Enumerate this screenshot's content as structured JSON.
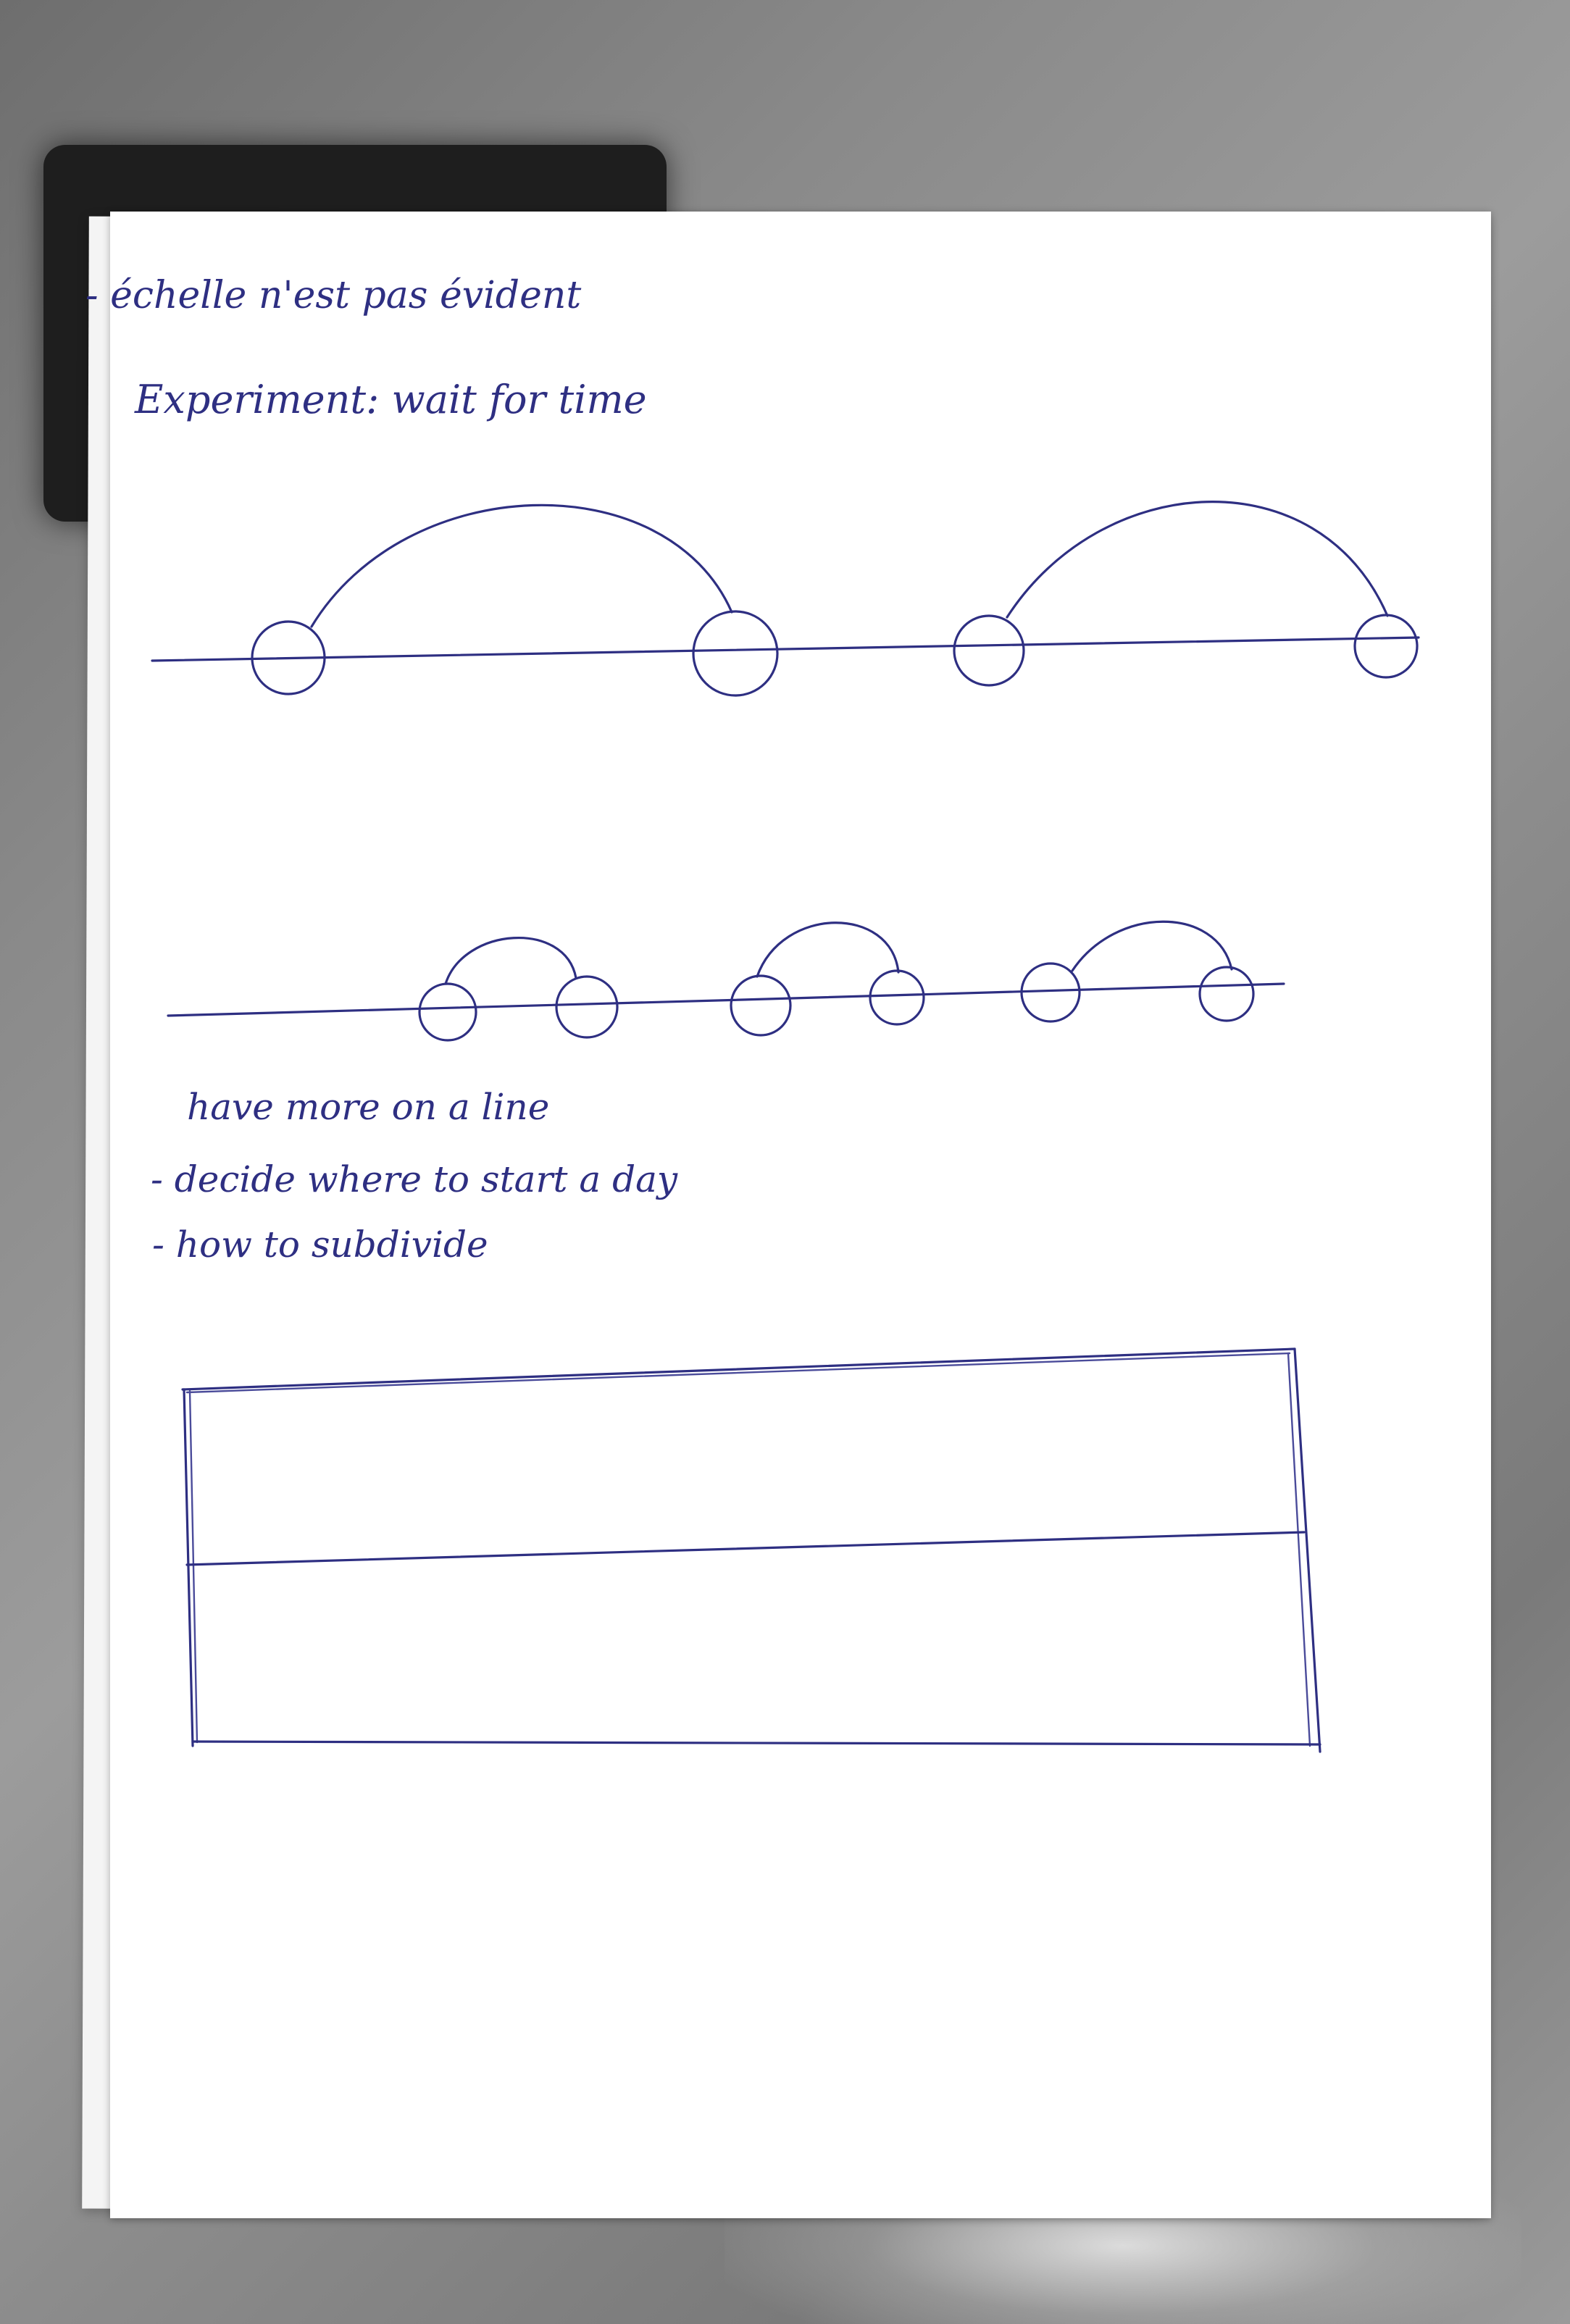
{
  "notes": {
    "line1": "- échelle n'est pas évident",
    "line2": "Experiment: wait for time",
    "line3": "have more on a line",
    "line4": "- decide where to start a day",
    "line5": "- how to subdivide"
  },
  "colors": {
    "ink": "#2e2f82",
    "paper": "#ffffff",
    "background": "#8a8a8a"
  }
}
